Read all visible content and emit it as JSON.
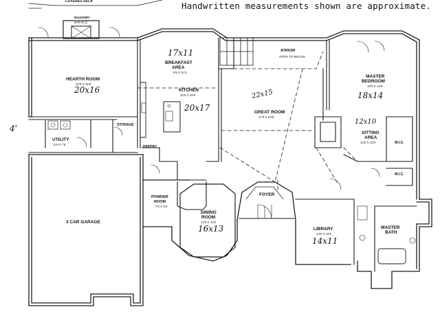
{
  "header": {
    "note": "Handwritten measurements shown are approximate."
  },
  "top_label": "COVERED DECK",
  "rooms": {
    "masonry": {
      "name": "MASONRY",
      "sub": "BAR-B-Q"
    },
    "hearth": {
      "name": "HEARTH ROOM",
      "sub": "20'9 X 15'9",
      "measure": "20x16"
    },
    "breakfast": {
      "name": "BREAKFAST",
      "name2": "AREA",
      "sub": "9'9 X 11'0",
      "measure": "17x11"
    },
    "kitchen": {
      "name": "KITCHEN",
      "sub": "15'9 X 15'9",
      "measure": "20x17"
    },
    "atrium": {
      "name": "ATRIUM",
      "sub": "OPEN TO BELOW"
    },
    "great": {
      "name": "GREAT ROOM",
      "sub": "17'9 X 23'9",
      "measure": "22x15"
    },
    "master_bed": {
      "name": "MASTER",
      "name2": "BEDROOM",
      "sub": "18'0 X 14'6",
      "measure": "18x14"
    },
    "sitting": {
      "name": "SITTING",
      "name2": "AREA",
      "sub": "12'0 X 10'0",
      "measure": "12x10"
    },
    "wic1": {
      "name": "W.I.C."
    },
    "wic2": {
      "name": "W.I.C."
    },
    "storage": {
      "name": "STORAGE"
    },
    "utility": {
      "name": "UTILITY",
      "sub": "5'9 X 7'9"
    },
    "pantry": {
      "name": "PANTRY"
    },
    "garage": {
      "name": "3 CAR GARAGE"
    },
    "powder": {
      "name": "POWDER",
      "name2": "ROOM",
      "sub": "7'0 X 5'9"
    },
    "dining": {
      "name": "DINING",
      "name2": "ROOM",
      "sub": "13'9 X 14'0",
      "measure": "16x13"
    },
    "foyer": {
      "name": "FOYER"
    },
    "library": {
      "name": "LIBRARY",
      "sub": "14'0 X 11'9",
      "measure": "14x11"
    },
    "master_bath": {
      "name": "MASTER",
      "name2": "BATH"
    },
    "side_note": "4'"
  },
  "colors": {
    "line": "#1a1a1a",
    "paper": "#ffffff"
  }
}
